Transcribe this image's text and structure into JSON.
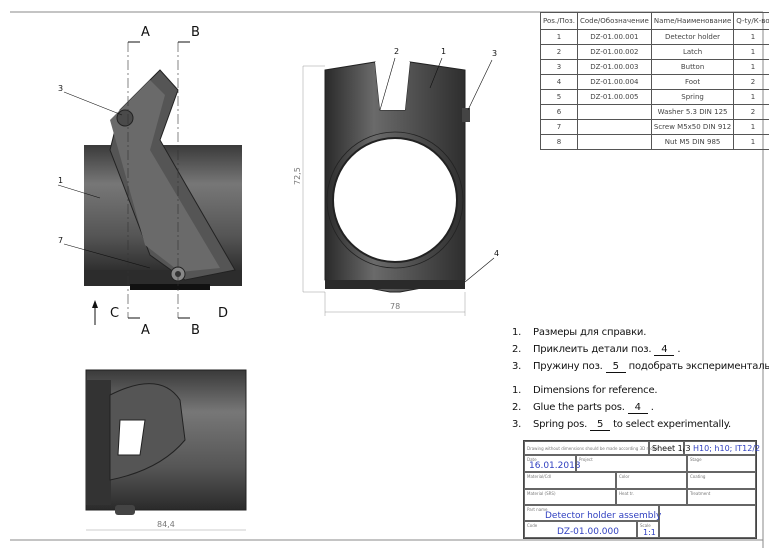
{
  "bom": {
    "headers": [
      "Pos./Поз.",
      "Code/Обозначение",
      "Name/Наименование",
      "Q-ty/К-во"
    ],
    "rows": [
      [
        "1",
        "DZ-01.00.001",
        "Detector holder",
        "1"
      ],
      [
        "2",
        "DZ-01.00.002",
        "Latch",
        "1"
      ],
      [
        "3",
        "DZ-01.00.003",
        "Button",
        "1"
      ],
      [
        "4",
        "DZ-01.00.004",
        "Foot",
        "2"
      ],
      [
        "5",
        "DZ-01.00.005",
        "Spring",
        "1"
      ],
      [
        "6",
        "",
        "Washer 5.3 DIN 125",
        "2"
      ],
      [
        "7",
        "",
        "Screw M5x50 DIN 912",
        "1"
      ],
      [
        "8",
        "",
        "Nut M5 DIN 985",
        "1"
      ]
    ]
  },
  "views": {
    "section_labels": {
      "a_top": "A",
      "b_top": "B",
      "c": "C",
      "d": "D",
      "a_bottom": "A",
      "b_bottom": "B"
    },
    "front_callouts": {
      "p3": "3",
      "p1": "1",
      "p7": "7"
    },
    "side_callouts": {
      "p2": "2",
      "p1": "1",
      "p3": "3",
      "p4": "4"
    },
    "dimensions": {
      "height": "72,5",
      "width": "78",
      "length": "84,4"
    }
  },
  "notes_ru": [
    {
      "num": "1.",
      "text": "Размеры для справки."
    },
    {
      "num": "2.",
      "pre": "Приклеить детали поз.",
      "value": "4",
      "post": "."
    },
    {
      "num": "3.",
      "pre": "Пружину поз.",
      "value": "5",
      "post": "подобрать экспериментально."
    }
  ],
  "notes_en": [
    {
      "num": "1.",
      "text": "Dimensions for reference."
    },
    {
      "num": "2.",
      "pre": "Glue the parts pos.",
      "value": "4",
      "post": "."
    },
    {
      "num": "3.",
      "pre": "Spring pos.",
      "value": "5",
      "post": "to select experimentally."
    }
  ],
  "title_block": {
    "note": "Drawing without dimensions should be made according 3D model",
    "sheet": "Sheet 1/3",
    "tolerances": "H10; h10; IT12/2",
    "date_label": "Date",
    "date": "16.01.2018",
    "project_label": "Project",
    "stage_label": "Stage",
    "material_label": "Material/Cdl",
    "color_label": "Color",
    "coating_label": "Coating",
    "material2_label": "Material (SRS)",
    "heat_label": "Heat tr.",
    "treatment_label": "Treatment",
    "part_name_label": "Part name",
    "part_name": "Detector holder assembly",
    "code_label": "Code",
    "code": "DZ-01.00.000",
    "scale_label": "Scale",
    "scale": "1:1"
  }
}
